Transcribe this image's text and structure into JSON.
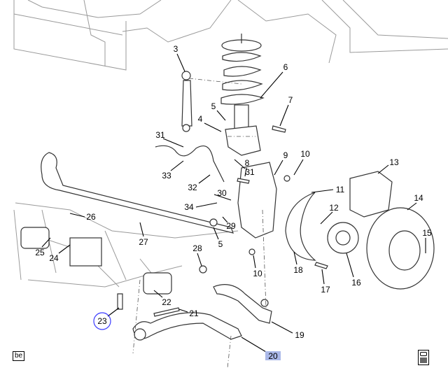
{
  "diagram": {
    "callouts": [
      "3",
      "6",
      "5",
      "7",
      "4",
      "31",
      "31",
      "33",
      "9",
      "10",
      "8",
      "32",
      "30",
      "13",
      "11",
      "14",
      "34",
      "12",
      "26",
      "27",
      "29",
      "15",
      "25",
      "24",
      "28",
      "5",
      "18",
      "10",
      "16",
      "17",
      "22",
      "21",
      "23",
      "19",
      "20"
    ],
    "selected_callout": "20",
    "circled_callout": "23",
    "highlight_color": "#aab8e8",
    "circle_color": "#3a3aff"
  },
  "corner_label": "be",
  "corner_icon": "parts-list-icon"
}
